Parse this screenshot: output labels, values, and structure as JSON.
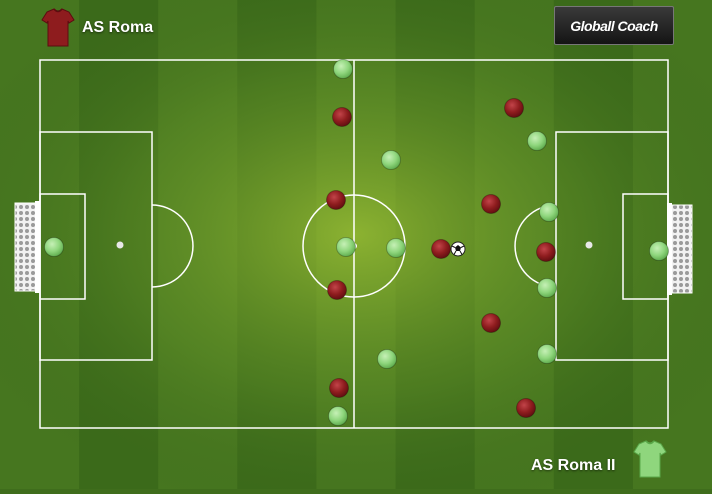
{
  "home_team": {
    "name": "AS Roma",
    "color": "#8e1c1e",
    "icon": "red-shirt-icon"
  },
  "away_team": {
    "name": "AS Roma II",
    "color": "#8fd67d",
    "icon": "green-shirt-icon"
  },
  "logo": {
    "text": "Globall Coach"
  },
  "colors": {
    "pitch_dark": "#3f6d1c",
    "pitch_light": "#6c9a2b",
    "lines": "#ffffff",
    "home": "#8e1c1e",
    "away": "#8fd67d"
  }
}
